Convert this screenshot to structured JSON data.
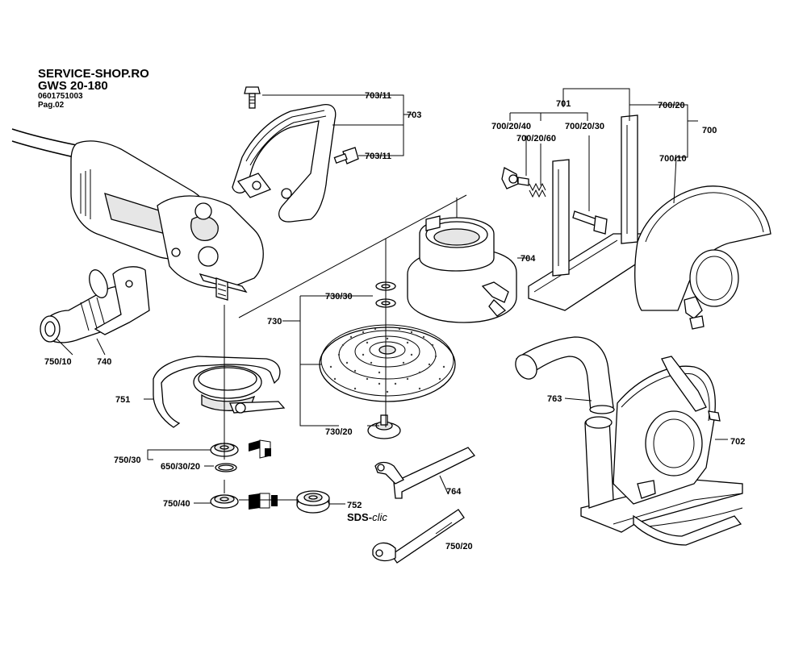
{
  "header": {
    "shop": "SERVICE-SHOP.RO",
    "model": "GWS 20-180",
    "part_number": "0601751003",
    "page": "Pag.02"
  },
  "labels": {
    "p703_11a": "703/11",
    "p703": "703",
    "p703_11b": "703/11",
    "p701": "701",
    "p700_20": "700/20",
    "p700_20_40": "700/20/40",
    "p700_20_30": "700/20/30",
    "p700_20_60": "700/20/60",
    "p700": "700",
    "p700_10": "700/10",
    "p704": "704",
    "p730_30": "730/30",
    "p730": "730",
    "p730_20": "730/20",
    "p750_10": "750/10",
    "p740": "740",
    "p751": "751",
    "p763": "763",
    "p702": "702",
    "p750_30": "750/30",
    "p650_30_20": "650/30/20",
    "p750_40": "750/40",
    "p752": "752",
    "sds": "SDS-",
    "clic": "clic",
    "p764": "764",
    "p750_20": "750/20"
  }
}
